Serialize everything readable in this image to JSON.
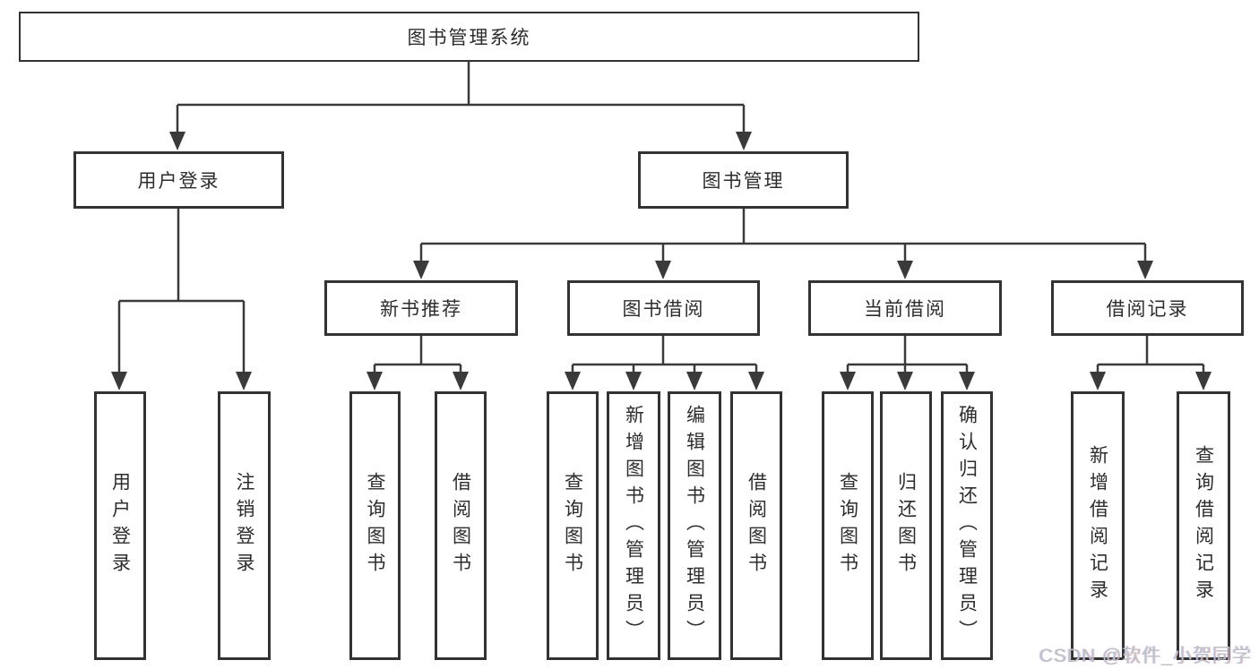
{
  "title": {
    "label": "图书管理系统"
  },
  "branches": [
    {
      "label": "用户登录",
      "children": [
        {
          "label": "用户登录"
        },
        {
          "label": "注销登录"
        }
      ]
    },
    {
      "label": "图书管理",
      "children": [
        {
          "label": "新书推荐",
          "children": [
            {
              "label": "查询图书"
            },
            {
              "label": "借阅图书"
            }
          ]
        },
        {
          "label": "图书借阅",
          "children": [
            {
              "label": "查询图书"
            },
            {
              "label": "新增图书（管理员）"
            },
            {
              "label": "编辑图书（管理员）"
            },
            {
              "label": "借阅图书"
            }
          ]
        },
        {
          "label": "当前借阅",
          "children": [
            {
              "label": "查询图书"
            },
            {
              "label": "归还图书"
            },
            {
              "label": "确认归还（管理员）"
            }
          ]
        },
        {
          "label": "借阅记录",
          "children": [
            {
              "label": "新增借阅记录"
            },
            {
              "label": "查询借阅记录"
            }
          ]
        }
      ]
    }
  ],
  "watermark": {
    "text": "CSDN @软件_小贺同学"
  },
  "colors": {
    "line": "#3a3a3a",
    "box_border": "#333333",
    "text": "#2d2d2d",
    "background": "#ffffff",
    "watermark_text": "#bdc1c7"
  }
}
